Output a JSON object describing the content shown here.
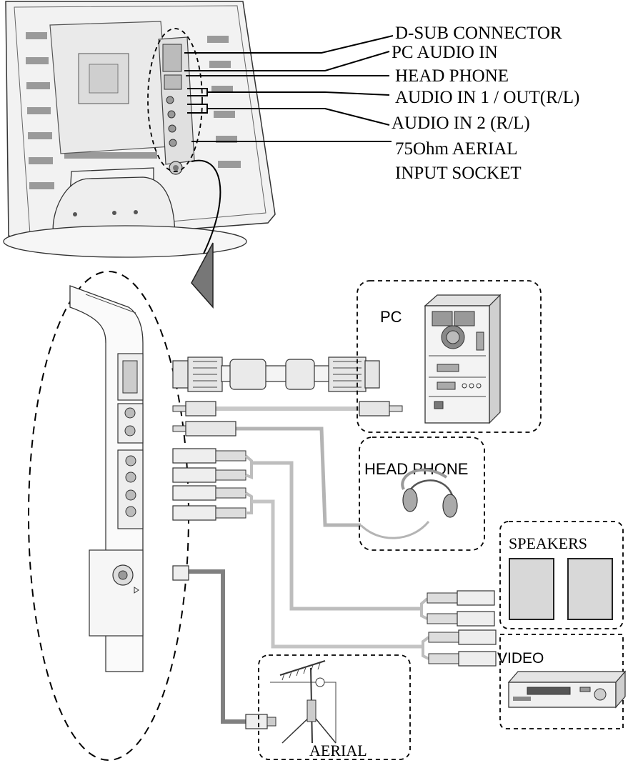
{
  "callouts": {
    "dsub": "D-SUB CONNECTOR",
    "pc_audio": "PC AUDIO IN",
    "headphone": "HEAD PHONE",
    "audio1": "AUDIO IN 1 / OUT(R/L)",
    "audio2": "AUDIO IN 2 (R/L)",
    "aerial_line1": "75Ohm AERIAL",
    "aerial_line2": "INPUT SOCKET"
  },
  "devices": {
    "pc": "PC",
    "headphone": "HEAD PHONE",
    "speakers": "SPEAKERS",
    "video": "VIDEO",
    "aerial": "AERIAL"
  },
  "colors": {
    "pc_audio_cable": "#c8c8c8",
    "headphone_cable": "#b4b4b4",
    "audio_cable": "#bdbdbd",
    "aerial_cable": "#808080"
  }
}
